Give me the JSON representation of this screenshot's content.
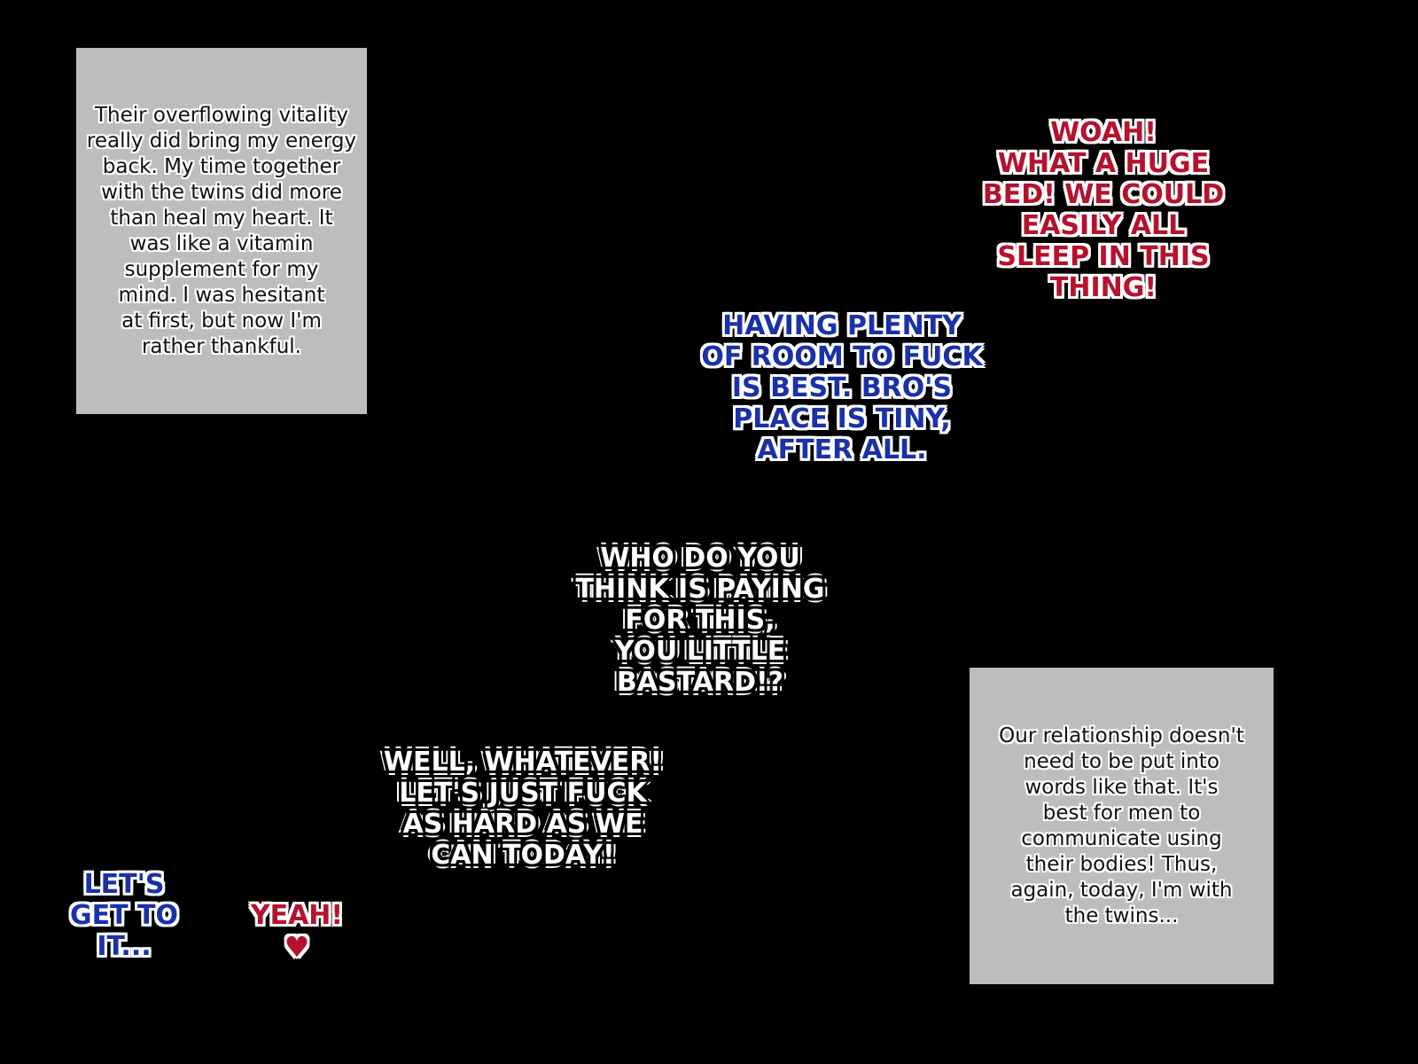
{
  "narration_boxes": {
    "top_left": "Their overflowing vitality\nreally did bring my energy\nback. My time together\nwith the twins did more\nthan heal my heart. It\nwas like a vitamin\nsupplement for my\nmind. I was hesitant\nat first, but now I'm\nrather thankful.",
    "bottom_right": "Our relationship doesn't\nneed to be put into\nwords like that. It's\nbest for men to\ncommunicate using\ntheir bodies! Thus,\nagain, today, I'm with\nthe twins..."
  },
  "bubbles": {
    "woah": "WOAH!\nWHAT A HUGE\nBED! WE COULD\nEASILY ALL\nSLEEP IN THIS\nTHING!",
    "plenty_room": "HAVING PLENTY\nOF ROOM TO FUCK\nIS BEST. BRO'S\nPLACE IS TINY,\nAFTER ALL.",
    "who_paying": "WHO DO YOU\nTHINK IS PAYING\nFOR THIS,\nYOU LITTLE\nBASTARD!?",
    "whatever": "WELL, WHATEVER!\nLET'S JUST FUCK\nAS HARD AS WE\nCAN TODAY!",
    "get_to_it": "LET'S\nGET TO\nIT...",
    "yeah": "YEAH!",
    "heart_glyph": "♥"
  },
  "colors": {
    "background": "#000000",
    "narration_box": "#bdbdbd",
    "red_ink": "#b5122e",
    "blue_ink": "#1a31a8",
    "white_ink": "#ffffff"
  }
}
